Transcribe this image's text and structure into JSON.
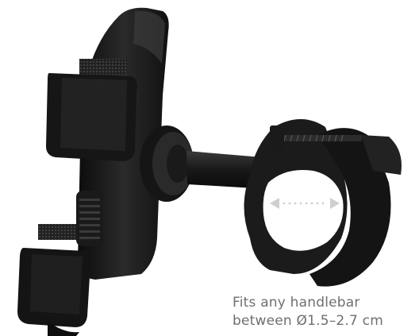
{
  "product": {
    "subject": "bike phone holder handlebar mount"
  },
  "caption": {
    "line1": "Fits any handlebar",
    "line2": "between Ø1.5–2.7 cm"
  },
  "colors": {
    "background": "#ffffff",
    "plastic": "#1e1e1e",
    "caption": "#6f6f6f",
    "arrow": "#cfcfcf"
  },
  "icons": {
    "diameter_indicator": "double-arrow-dotted-icon"
  }
}
